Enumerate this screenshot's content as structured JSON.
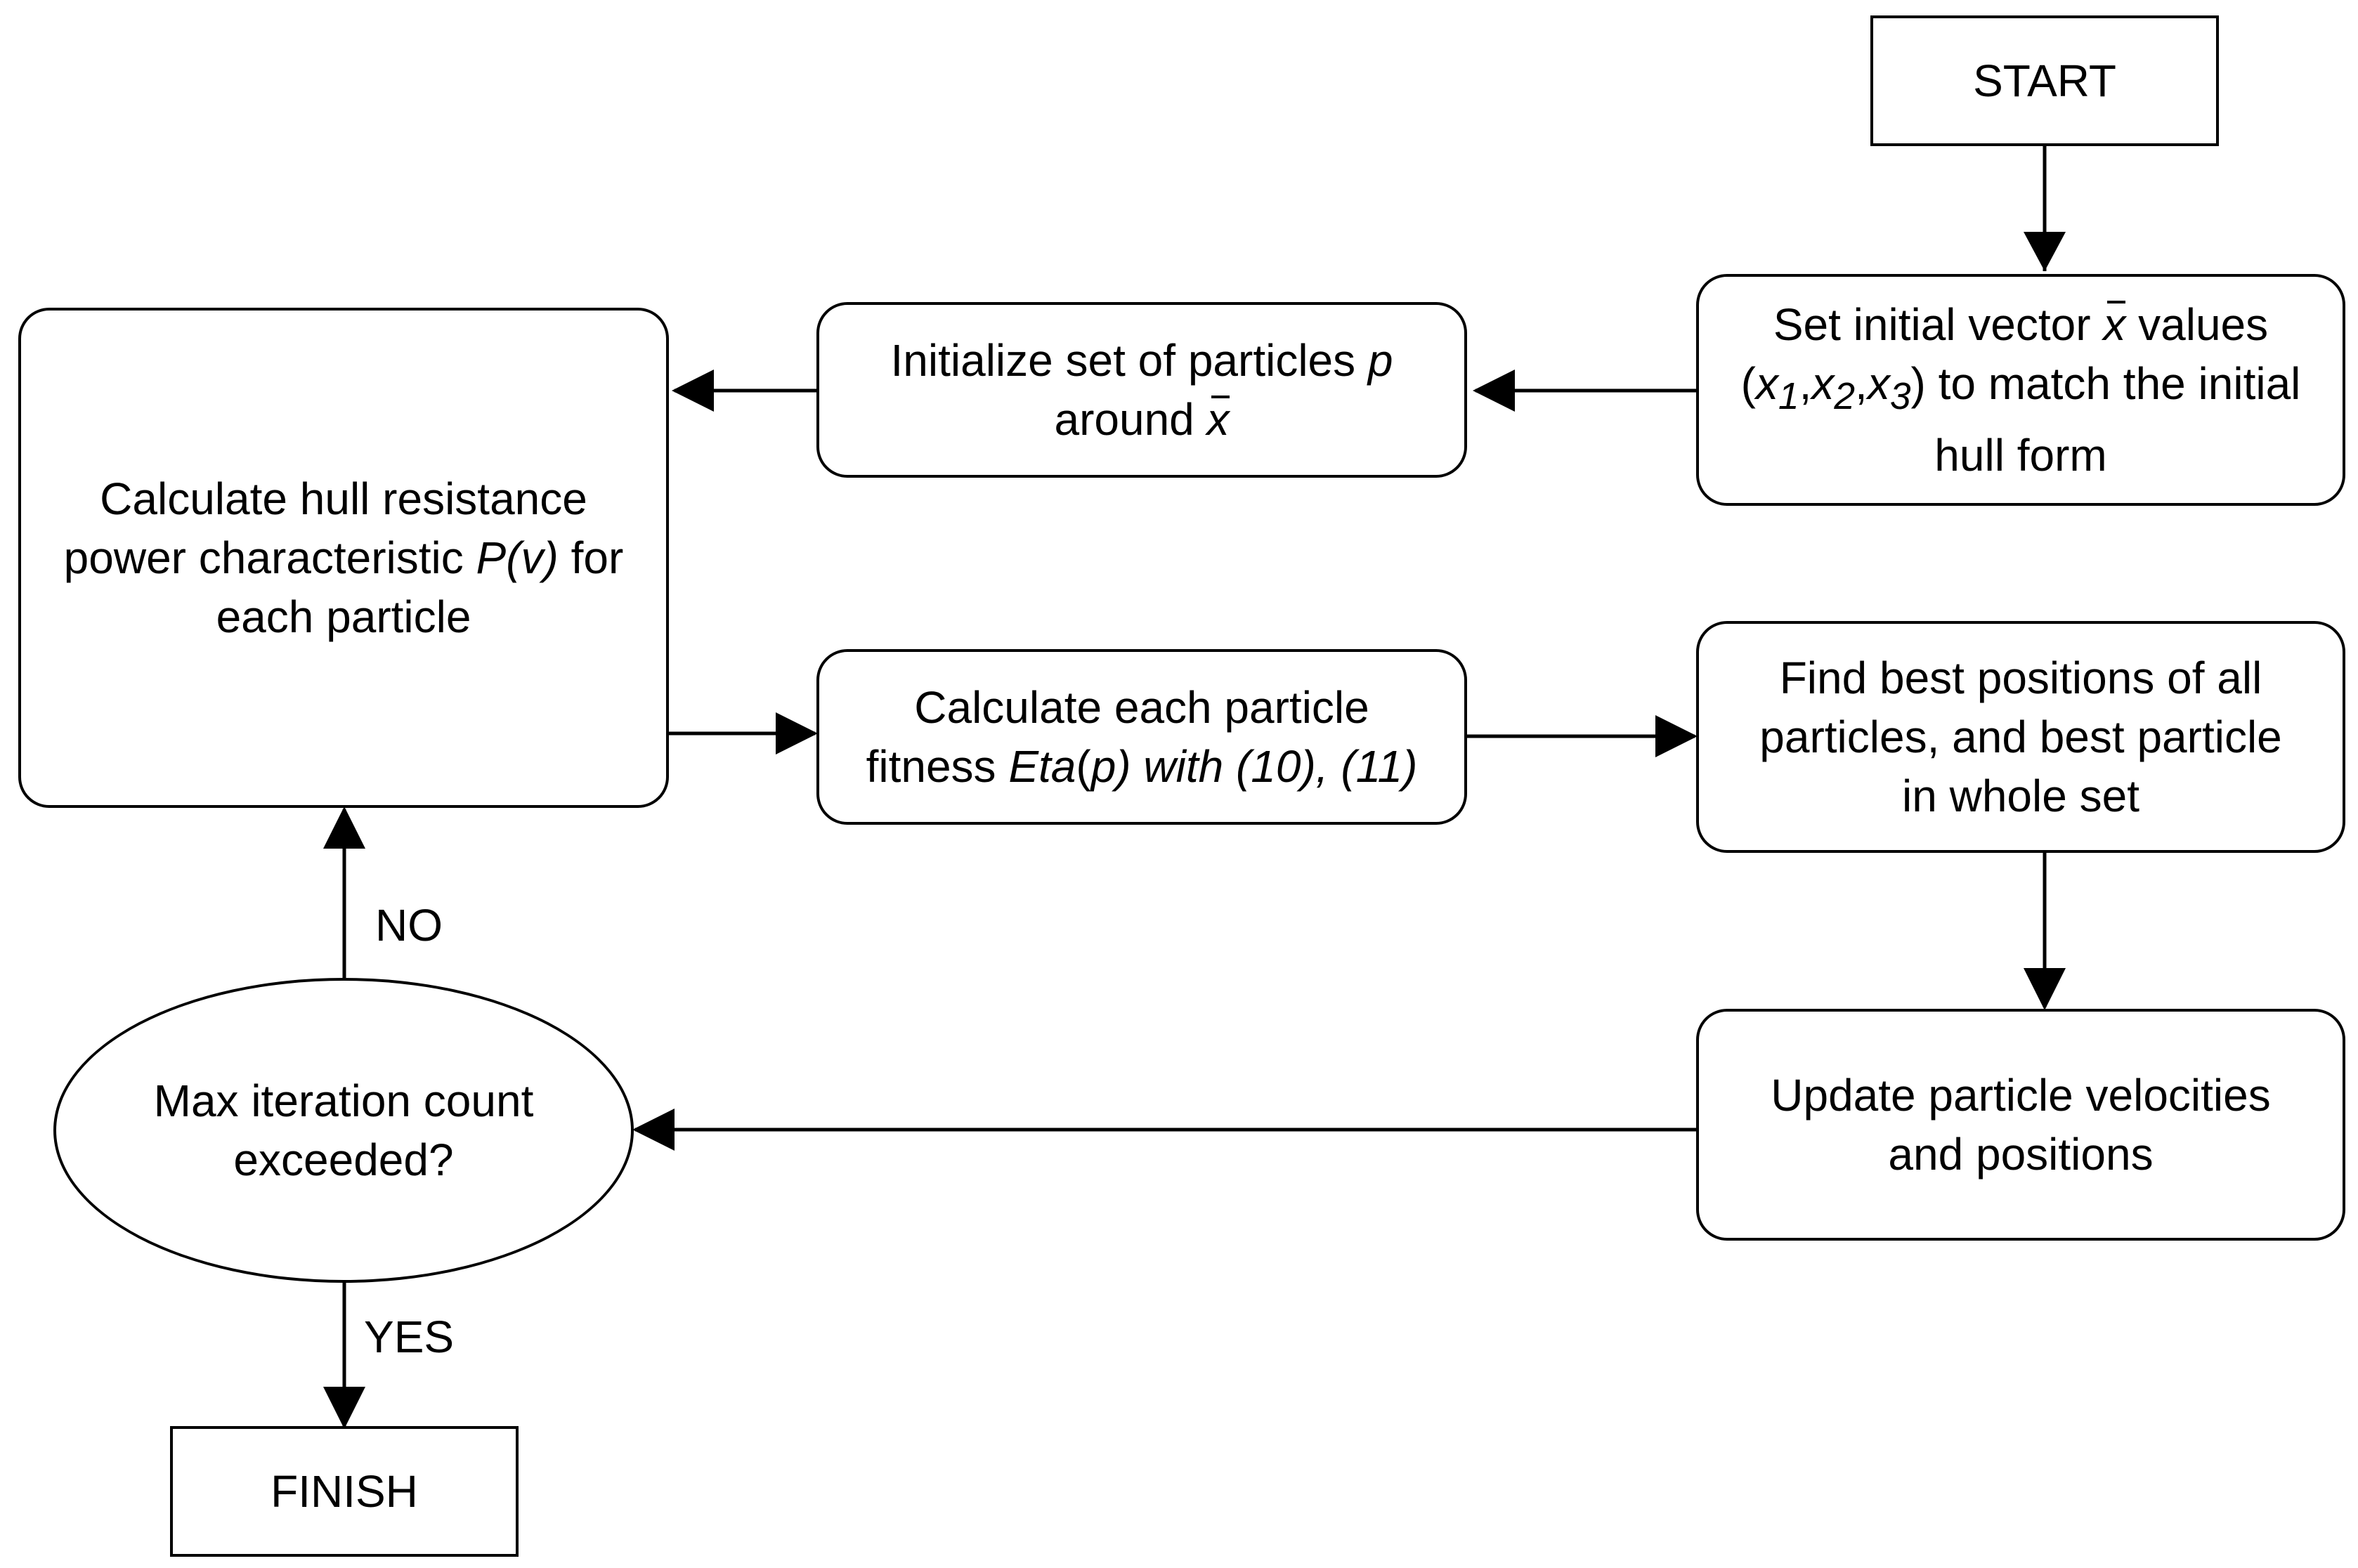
{
  "nodes": {
    "start": {
      "label": "START"
    },
    "init_vector": {
      "line1_pre": "Set initial vector ",
      "var_x": "x",
      "line1_post": " values",
      "line2_paren_open": "(",
      "x1": "x",
      "sub1": "1",
      "comma1": ",",
      "x2": "x",
      "sub2": "2",
      "comma2": ",",
      "x3": "x",
      "sub3": "3",
      "line2_post": ") to match the initial",
      "line3": "hull form"
    },
    "init_particles": {
      "line1_pre": "Initialize set of particles ",
      "var_p": "p",
      "line2_pre": "around ",
      "var_x": "x"
    },
    "calc_resistance": {
      "line1": "Calculate hull resistance",
      "line2_pre": "power characteristic ",
      "func": "P(v)",
      "line2_post": " for",
      "line3": "each particle"
    },
    "calc_fitness": {
      "line1": "Calculate each particle",
      "line2_pre": "fitness ",
      "eta": "Eta",
      "paren_p": "(",
      "var_p": "p) with (10), (11)"
    },
    "find_best": {
      "line1": "Find best positions of all",
      "line2": "particles, and best particle",
      "line3": "in whole set"
    },
    "update": {
      "line1": "Update particle velocities",
      "line2": "and positions"
    },
    "decision": {
      "line1": "Max iteration count",
      "line2": "exceeded?"
    },
    "finish": {
      "label": "FINISH"
    }
  },
  "edge_labels": {
    "no": "NO",
    "yes": "YES"
  }
}
